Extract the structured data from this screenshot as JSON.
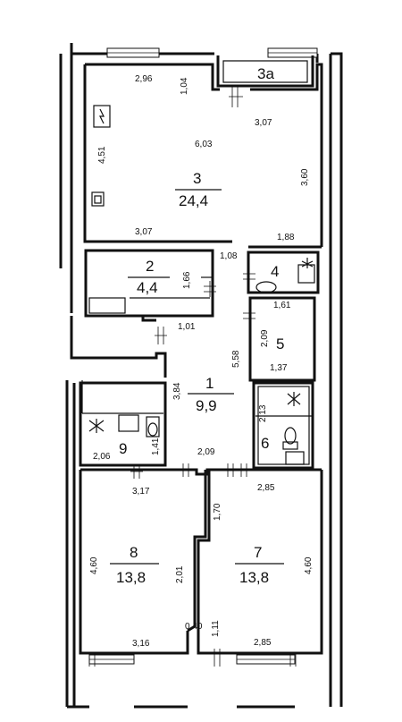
{
  "rooms": [
    {
      "id": "3a",
      "number": "3а",
      "area": ""
    },
    {
      "id": "3",
      "number": "3",
      "area": "24,4"
    },
    {
      "id": "2",
      "number": "2",
      "area": "4,4"
    },
    {
      "id": "4",
      "number": "4",
      "area": ""
    },
    {
      "id": "5",
      "number": "5",
      "area": ""
    },
    {
      "id": "1",
      "number": "1",
      "area": "9,9"
    },
    {
      "id": "9",
      "number": "9",
      "area": ""
    },
    {
      "id": "6",
      "number": "6",
      "area": ""
    },
    {
      "id": "8",
      "number": "8",
      "area": "13,8"
    },
    {
      "id": "7",
      "number": "7",
      "area": "13,8"
    }
  ],
  "dimensions": {
    "d_2_96": "2,96",
    "d_1_04": "1,04",
    "d_3_07_top": "3,07",
    "d_6_03": "6,03",
    "d_4_51": "4,51",
    "d_3_60": "3,60",
    "d_3_07_bottom": "3,07",
    "d_1_88": "1,88",
    "d_1_08": "1,08",
    "d_1_66": "1,66",
    "d_1_61": "1,61",
    "d_1_01": "1,01",
    "d_2_09_room5": "2,09",
    "d_5_58": "5,58",
    "d_1_37": "1,37",
    "d_3_84": "3,84",
    "d_2_13": "2,13",
    "d_1_41": "1,41",
    "d_2_06": "2,06",
    "d_2_09_hall": "2,09",
    "d_3_17": "3,17",
    "d_2_85_top": "2,85",
    "d_1_70": "1,70",
    "d_4_60_left": "4,60",
    "d_4_60_right": "4,60",
    "d_2_01": "2,01",
    "d_0_40": "0,40",
    "d_1_11": "1,11",
    "d_3_16": "3,16",
    "d_2_85_bottom": "2,85"
  }
}
